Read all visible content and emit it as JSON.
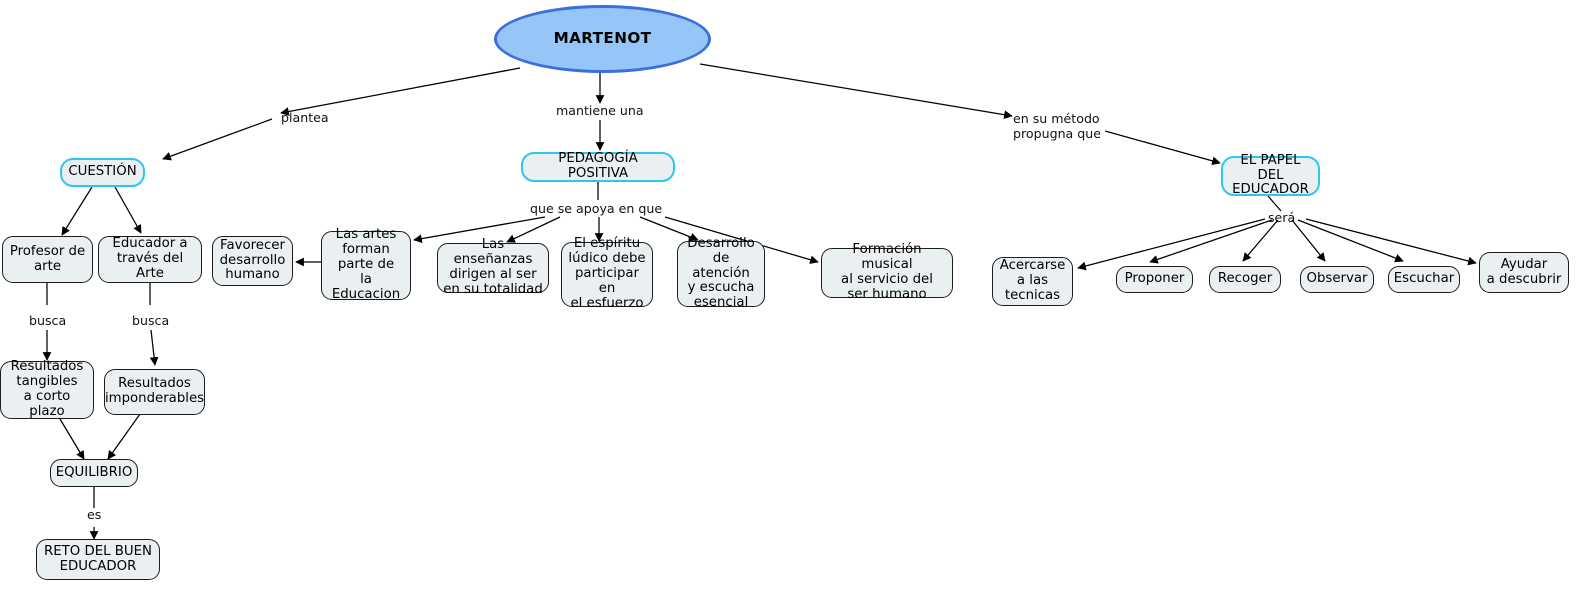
{
  "diagram": {
    "title": "MARTENOT",
    "type": "concept-map",
    "language": "es",
    "colors": {
      "root_fill": "#95c6f7",
      "root_border": "#3c6ee0",
      "node_fill": "#eaf0f2",
      "node_border": "#1d1d1d",
      "accent_border": "#2ec6ee",
      "edge": "#000000",
      "background": "#ffffff"
    }
  },
  "nodes": {
    "root": "MARTENOT",
    "cuestion": "CUESTIÓN",
    "pedagogia": "PEDAGOGÍA POSITIVA",
    "papel_educador": "EL PAPEL DEL\nEDUCADOR",
    "profesor_arte": "Profesor de\narte",
    "educador_arte": "Educador a\ntravés del Arte",
    "favorecer": "Favorecer\ndesarrollo\nhumano",
    "artes_forman": "Las artes\nforman\nparte de\nla Educacion",
    "ensenanzas": "Las enseñanzas\ndirigen al ser\nen su totalidad",
    "espiritu_ludico": "El espíritu\nlúdico debe\nparticipar en\nel esfuerzo",
    "desarrollo_atencion": "Desarrollo\nde atención\ny escucha\nesencial",
    "formacion_musical": "Formación musical\nal servicio del\nser humano",
    "acercarse": "Acercarse\na las\ntecnicas",
    "proponer": "Proponer",
    "recoger": "Recoger",
    "observar": "Observar",
    "escuchar": "Escuchar",
    "ayudar": "Ayudar\na descubrir",
    "resultados_tangibles": "Resultados\ntangibles\na corto plazo",
    "resultados_imponderables": "Resultados\nimponderables",
    "equilibrio": "EQUILIBRIO",
    "reto": "RETO DEL BUEN\nEDUCADOR"
  },
  "edge_labels": {
    "plantea": "plantea",
    "mantiene_una": "mantiene una",
    "en_su_metodo": "en su método\npropugna que",
    "que_se_apoya": "que se apoya en que",
    "sera": "será",
    "busca_izq": "busca",
    "busca_der": "busca",
    "es": "es"
  }
}
